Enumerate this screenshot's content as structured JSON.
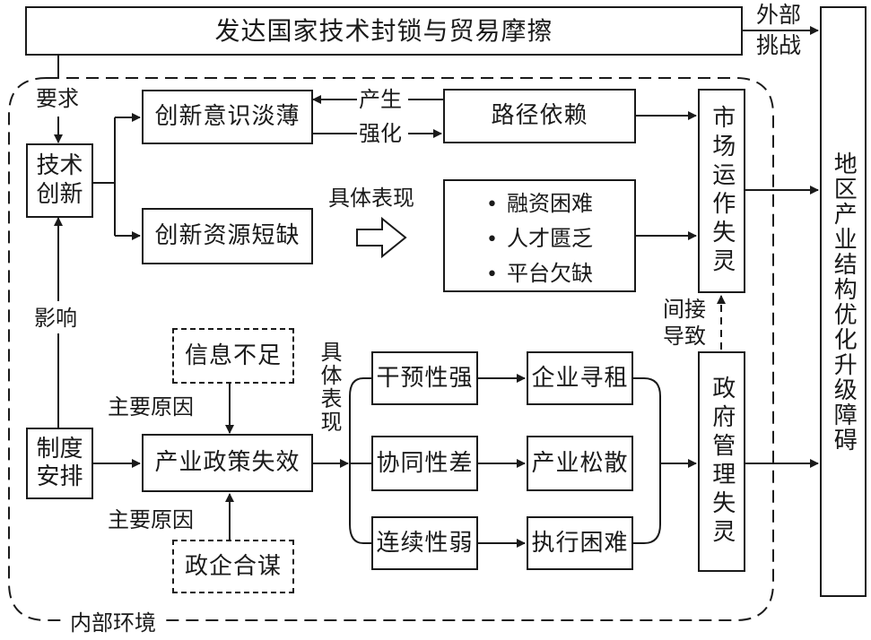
{
  "top_box": "发达国家技术封锁与贸易摩擦",
  "external_challenge": [
    "外部",
    "挑战"
  ],
  "internal_env": "内部环境",
  "nodes": {
    "tech_innovation": [
      "技术",
      "创新"
    ],
    "innovation_awareness": "创新意识淡薄",
    "innovation_resources": "创新资源短缺",
    "path_dependence": "路径依赖",
    "market_failure": "市场运作失灵",
    "institution": [
      "制度",
      "安排"
    ],
    "policy_failure": "产业政策失效",
    "info_lack": "信息不足",
    "collusion": "政企合谋",
    "intervention": "干预性强",
    "coordination": "协同性差",
    "continuity": "连续性弱",
    "rent_seeking": "企业寻租",
    "loose_industry": "产业松散",
    "execution": "执行困难",
    "gov_failure": "政府管理失灵",
    "region_obstacle": "地区产业结构优化升级障碍"
  },
  "bullets": [
    "融资困难",
    "人才匮乏",
    "平台欠缺"
  ],
  "labels": {
    "require": "要求",
    "produce": "产生",
    "strengthen": "强化",
    "manifest1": "具体表现",
    "influence": "影响",
    "main_cause_1": "主要原因",
    "main_cause_2": "主要原因",
    "manifest2": "具体表现",
    "indirect": [
      "间接",
      "导致"
    ]
  }
}
